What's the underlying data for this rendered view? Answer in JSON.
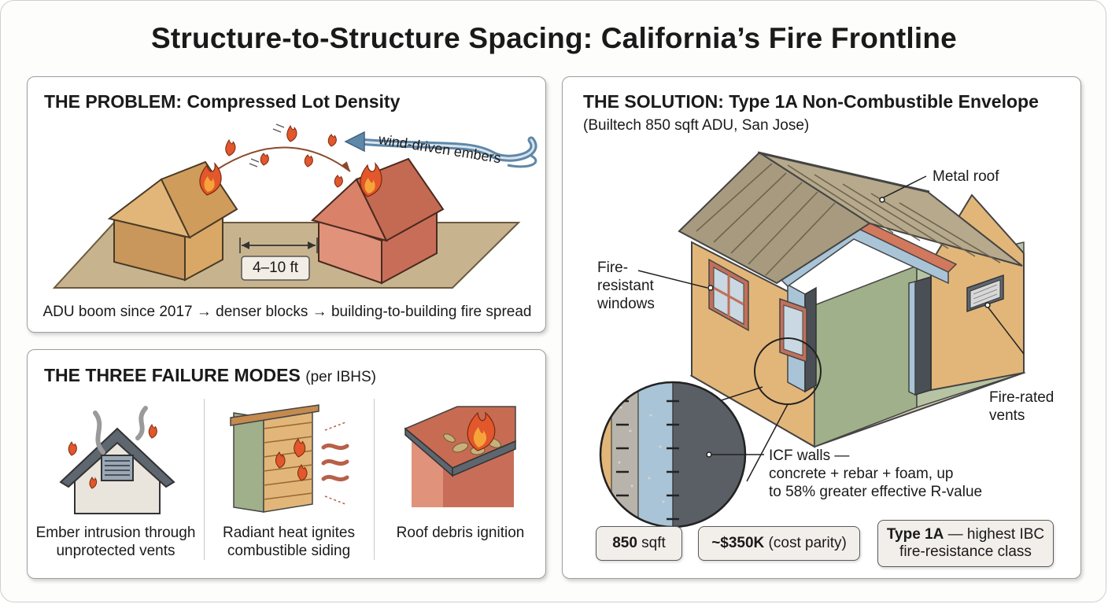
{
  "title": "Structure-to-Structure Spacing: California’s Fire Frontline",
  "problem": {
    "heading_bold": "THE PROBLEM: Compressed Lot Density",
    "wind_label": "wind-driven embers",
    "gap_label": "4–10 ft",
    "caption": "ADU boom since 2017 → denser blocks → building-to-building fire spread"
  },
  "failure": {
    "heading_bold": "THE THREE FAILURE MODES",
    "heading_note": "(per IBHS)",
    "modes": [
      {
        "line1": "Ember intrusion through",
        "line2": "unprotected vents"
      },
      {
        "line1": "Radiant heat ignites",
        "line2": "combustible siding"
      },
      {
        "line1": "Roof debris ignition",
        "line2": ""
      }
    ]
  },
  "solution": {
    "heading_bold": "THE SOLUTION: Type 1A Non-Combustible Envelope",
    "subheading": "(Builtech 850 sqft ADU, San Jose)",
    "labels": {
      "roof": "Metal roof",
      "windows_l1": "Fire-",
      "windows_l2": "resistant",
      "windows_l3": "windows",
      "vents_l1": "Fire-rated",
      "vents_l2": "vents",
      "icf_l1": "ICF walls —",
      "icf_l2": "concrete + rebar + foam, up",
      "icf_l3": "to 58% greater effective R-value"
    },
    "stats": [
      {
        "bold": "850",
        "rest": " sqft"
      },
      {
        "bold": "~$350K",
        "rest": " (cost parity)"
      },
      {
        "bold": "Type 1A",
        "rest": " — highest IBC",
        "line2": "fire-resistance class"
      }
    ]
  },
  "colors": {
    "house_tan": "#d9a867",
    "house_red": "#cf7a63",
    "ground": "#c7b48e",
    "wind_arrow": "#5f87a8",
    "flame": "#e2572b",
    "wall_green": "#9fb08a",
    "roof_metal": "#a89a7e"
  }
}
